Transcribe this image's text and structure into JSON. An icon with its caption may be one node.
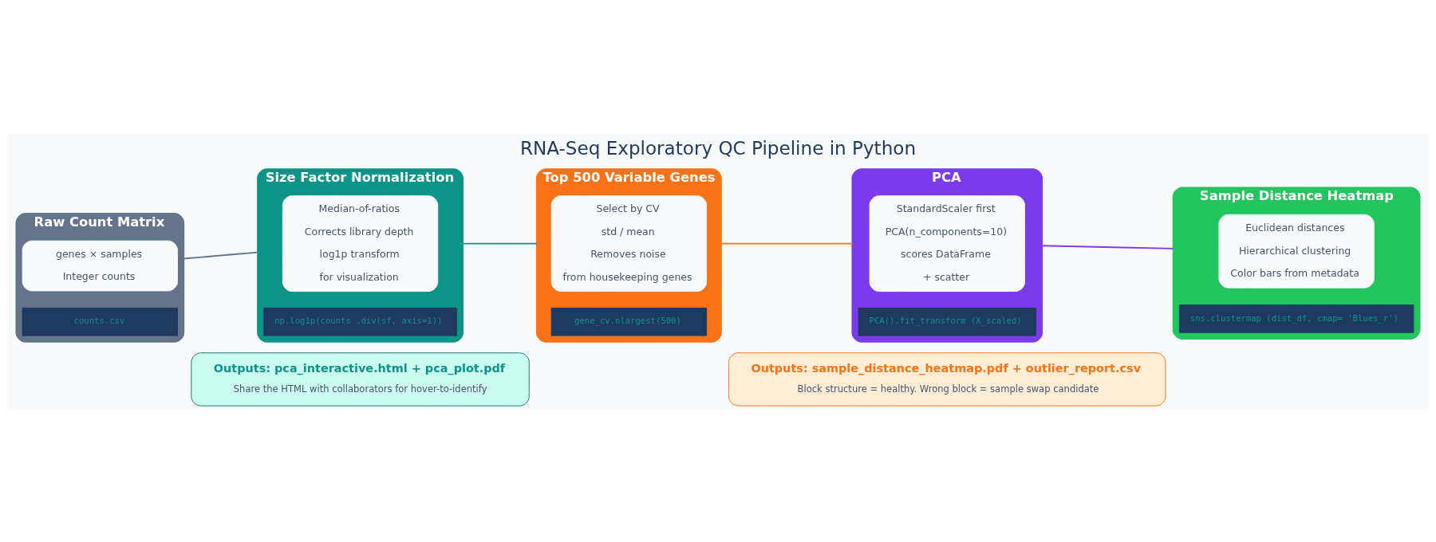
{
  "diagram": {
    "title": "RNA-Seq Exploratory QC Pipeline in Python",
    "nodes": [
      {
        "text": [
          "Raw Count Matrix"
        ]
      },
      {
        "text": [
          "genes × samples",
          "Integer counts"
        ],
        "in": 0
      },
      {
        "text": [
          "counts.csv"
        ],
        "in": 0
      },
      {
        "text": [
          "Size Factor Normalization"
        ]
      },
      {
        "text": [
          "Median-of-ratios",
          "Corrects library depth",
          "log1p transform",
          "for visualization"
        ],
        "in": 3
      },
      {
        "text": [
          "np.log1p(counts .div(sf, axis=1))"
        ],
        "in": 3
      },
      {
        "text": [
          "Top 500 Variable Genes"
        ]
      },
      {
        "text": [
          "Select by CV",
          "std / mean",
          "Removes noise",
          "from housekeeping genes"
        ],
        "in": 6
      },
      {
        "text": [
          "gene_cv.nlargest(500)"
        ],
        "in": 6
      },
      {
        "text": [
          "PCA"
        ]
      },
      {
        "text": [
          "StandardScaler first",
          "PCA(n_components=10)",
          "scores DataFrame",
          "+ scatter"
        ],
        "in": 9
      },
      {
        "text": [
          "PCA().fit_transform (X_scaled)"
        ],
        "in": 9
      },
      {
        "text": [
          "Sample Distance Heatmap"
        ]
      },
      {
        "text": [
          "Euclidean distances",
          "Hierarchical clustering",
          "Color bars from metadata"
        ],
        "in": 12
      },
      {
        "text": [
          "sns.clustermap (dist_df, cmap= 'Blues_r')"
        ],
        "in": 12
      },
      {
        "text": [
          "Outputs: pca_interactive.html + pca_plot.pdf",
          "Share the HTML with collaborators for hover-to-identify"
        ]
      },
      {
        "text": [
          "Outputs: sample_distance_heatmap.pdf + outlier_report.csv",
          "Block structure = healthy. Wrong block = sample swap candidate"
        ]
      }
    ],
    "edges": [
      {
        "from": 0,
        "to": 3,
        "arrow": "none",
        "color": "#64748b"
      },
      {
        "from": 3,
        "to": 6,
        "arrow": "none",
        "color": "#0d9488"
      },
      {
        "from": 6,
        "to": 9,
        "arrow": "none",
        "color": "#f97316"
      },
      {
        "from": 9,
        "to": 12,
        "arrow": "none",
        "color": "#7c3aed"
      }
    ]
  }
}
